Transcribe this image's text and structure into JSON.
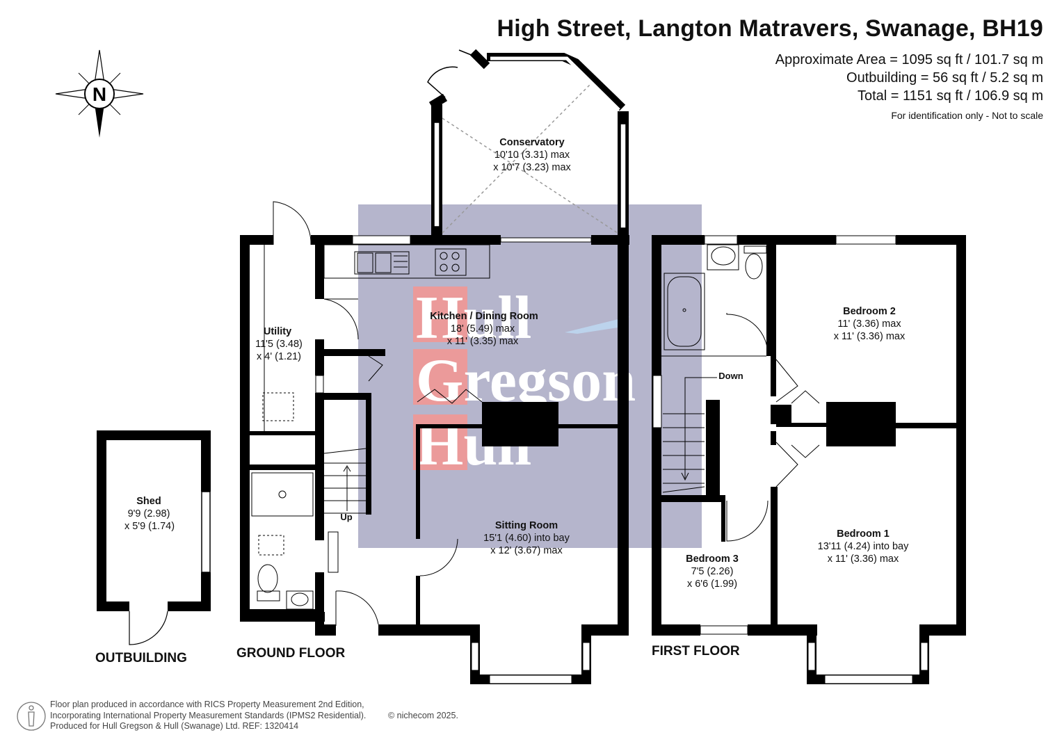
{
  "header": {
    "title": "High Street, Langton Matravers, Swanage, BH19",
    "area_main": "Approximate Area = 1095 sq ft / 101.7 sq m",
    "area_outbuilding": "Outbuilding = 56 sq ft / 5.2 sq m",
    "area_total": "Total = 1151 sq ft / 106.9 sq m",
    "note": "For identification only - Not to scale"
  },
  "compass": {
    "label": "N"
  },
  "watermark": {
    "lines": [
      "Hull",
      "Gregson",
      "Hull"
    ]
  },
  "sections": {
    "outbuilding": "OUTBUILDING",
    "ground": "GROUND FLOOR",
    "first": "FIRST FLOOR"
  },
  "rooms": {
    "conservatory": {
      "name": "Conservatory",
      "dim1": "10'10 (3.31) max",
      "dim2": "x 10'7 (3.23) max"
    },
    "kitchen": {
      "name": "Kitchen / Dining Room",
      "dim1": "18' (5.49) max",
      "dim2": "x 11' (3.35) max"
    },
    "utility": {
      "name": "Utility",
      "dim1": "11'5 (3.48)",
      "dim2": "x 4' (1.21)"
    },
    "sitting": {
      "name": "Sitting Room",
      "dim1": "15'1 (4.60) into bay",
      "dim2": "x 12' (3.67) max"
    },
    "shed": {
      "name": "Shed",
      "dim1": "9'9 (2.98)",
      "dim2": "x 5'9 (1.74)"
    },
    "bedroom2": {
      "name": "Bedroom 2",
      "dim1": "11' (3.36) max",
      "dim2": "x 11' (3.36) max"
    },
    "bedroom1": {
      "name": "Bedroom 1",
      "dim1": "13'11 (4.24) into bay",
      "dim2": "x 11' (3.36) max"
    },
    "bedroom3": {
      "name": "Bedroom 3",
      "dim1": "7'5 (2.26)",
      "dim2": "x 6'6 (1.99)"
    }
  },
  "stairs": {
    "up": "Up",
    "down": "Down"
  },
  "footer": {
    "line1": "Floor plan produced in accordance with RICS Property Measurement 2nd Edition,",
    "line2": "Incorporating International Property Measurement Standards (IPMS2 Residential).",
    "line3": "Produced for Hull Gregson & Hull (Swanage) Ltd.   REF:  1320414",
    "copyright": "© nichecom 2025."
  },
  "colors": {
    "wall": "#000000",
    "watermark_box": "#b3b3cc",
    "watermark_red": "#e88a8a"
  }
}
